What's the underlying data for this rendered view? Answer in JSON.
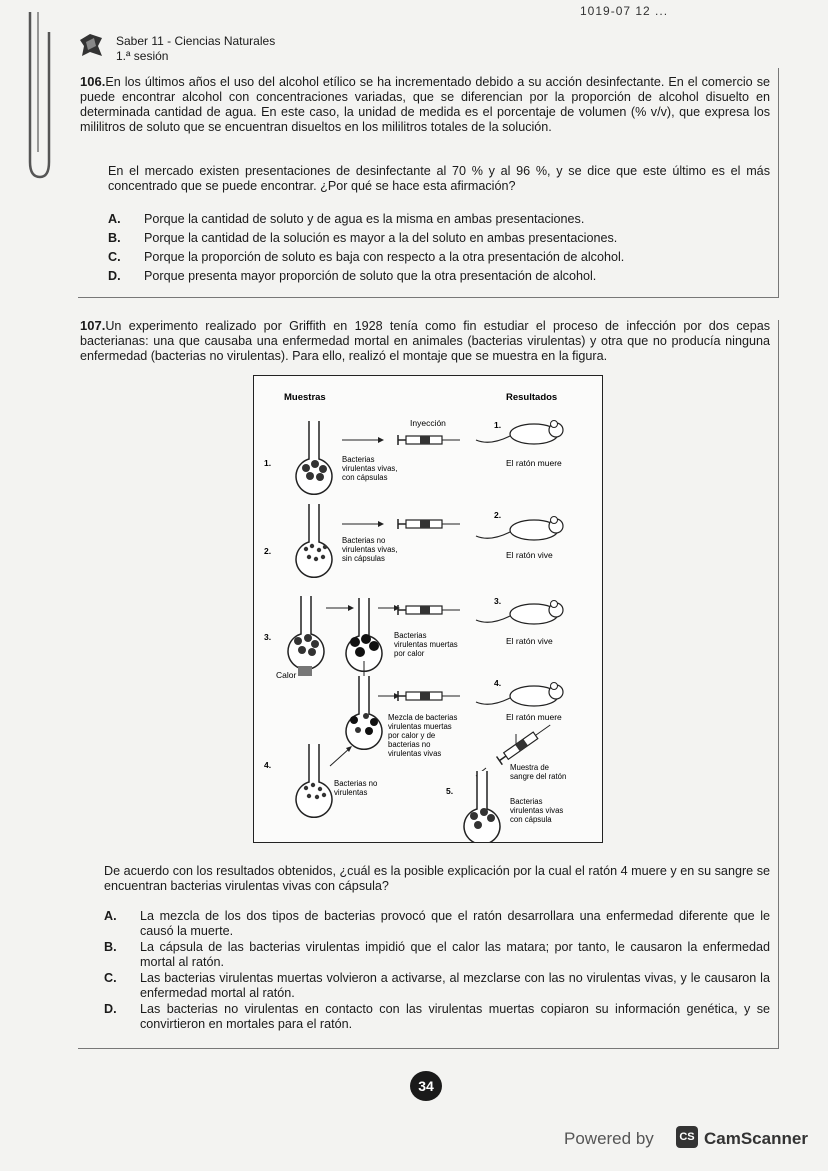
{
  "header": {
    "top_code": "1019-07 12 ...",
    "title": "Saber 11 - Ciencias Naturales",
    "session": "1.ª sesión"
  },
  "q106": {
    "number": "106.",
    "stem": "En los últimos años el uso del alcohol etílico se ha incrementado debido a su acción desinfectante. En el comercio se puede encontrar alcohol con concentraciones variadas, que se diferencian por la proporción de alcohol disuelto en determinada cantidad de agua. En este caso, la unidad de medida es el porcentaje de volumen (% v/v), que expresa los mililitros de soluto que se encuentran disueltos en los mililitros totales de la solución.",
    "question": "En el mercado existen presentaciones de desinfectante al 70 % y al 96 %, y se dice que este último es el más concentrado que se puede encontrar. ¿Por qué se hace esta afirmación?",
    "options": [
      {
        "letter": "A.",
        "text": "Porque la cantidad de soluto y de agua es la misma en ambas presentaciones."
      },
      {
        "letter": "B.",
        "text": "Porque la cantidad de la solución es mayor a la del soluto en ambas presentaciones."
      },
      {
        "letter": "C.",
        "text": "Porque la proporción de soluto es baja con respecto a la otra presentación de alcohol."
      },
      {
        "letter": "D.",
        "text": "Porque presenta mayor proporción de soluto que la otra presentación de alcohol."
      }
    ]
  },
  "q107": {
    "number": "107.",
    "stem": "Un experimento realizado por Griffith en 1928 tenía como fin estudiar el proceso de infección por dos cepas bacterianas: una que causaba una enfermedad mortal en animales (bacterias virulentas) y otra que no producía ninguna enfermedad (bacterias no virulentas). Para ello, realizó el montaje que se muestra en la figura.",
    "question": "De acuerdo con los resultados obtenidos, ¿cuál es la posible explicación por la cual el ratón 4 muere y en su sangre se encuentran bacterias virulentas vivas con cápsula?",
    "options": [
      {
        "letter": "A.",
        "text": "La mezcla de los dos tipos de bacterias provocó que el ratón desarrollara una enfermedad diferente que le causó la muerte."
      },
      {
        "letter": "B.",
        "text": "La cápsula de las bacterias virulentas impidió que el calor las matara; por tanto, le causaron la enfermedad mortal al ratón."
      },
      {
        "letter": "C.",
        "text": "Las bacterias virulentas muertas volvieron a activarse, al mezclarse con las no virulentas vivas, y le causaron la enfermedad mortal al ratón."
      },
      {
        "letter": "D.",
        "text": "Las bacterias no virulentas en contacto con las virulentas muertas copiaron su información genética, y se convirtieron en mortales para el ratón."
      }
    ]
  },
  "figure": {
    "col_left": "Muestras",
    "col_right": "Resultados",
    "injection": "Inyección",
    "heat": "Calor",
    "rows": [
      {
        "n": "1.",
        "mouse": "1.",
        "label": [
          "Bacterias",
          "virulentas vivas,",
          "con cápsulas"
        ],
        "result": "El ratón muere"
      },
      {
        "n": "2.",
        "mouse": "2.",
        "label": [
          "Bacterias no",
          "virulentas vivas,",
          "sin cápsulas"
        ],
        "result": "El ratón vive"
      },
      {
        "n": "3.",
        "mouse": "3.",
        "label": [
          "Bacterias",
          "virulentas muertas",
          "por calor"
        ],
        "result": "El ratón vive"
      },
      {
        "n": "4.",
        "mouse": "4.",
        "label": [
          "Mezcla de bacterias",
          "virulentas muertas",
          "por calor y de",
          "bacterias no",
          "virulentas vivas"
        ],
        "result": "El ratón muere"
      }
    ],
    "flask4_label": [
      "Bacterias no",
      "virulentas"
    ],
    "blood_label": [
      "Muestra de",
      "sangre del ratón"
    ],
    "flask5_n": "5.",
    "flask5_label": [
      "Bacterias",
      "virulentas vivas",
      "con cápsula"
    ]
  },
  "footer": {
    "page": "34",
    "powered": "Powered by",
    "cs": "CS",
    "brand": "CamScanner"
  }
}
